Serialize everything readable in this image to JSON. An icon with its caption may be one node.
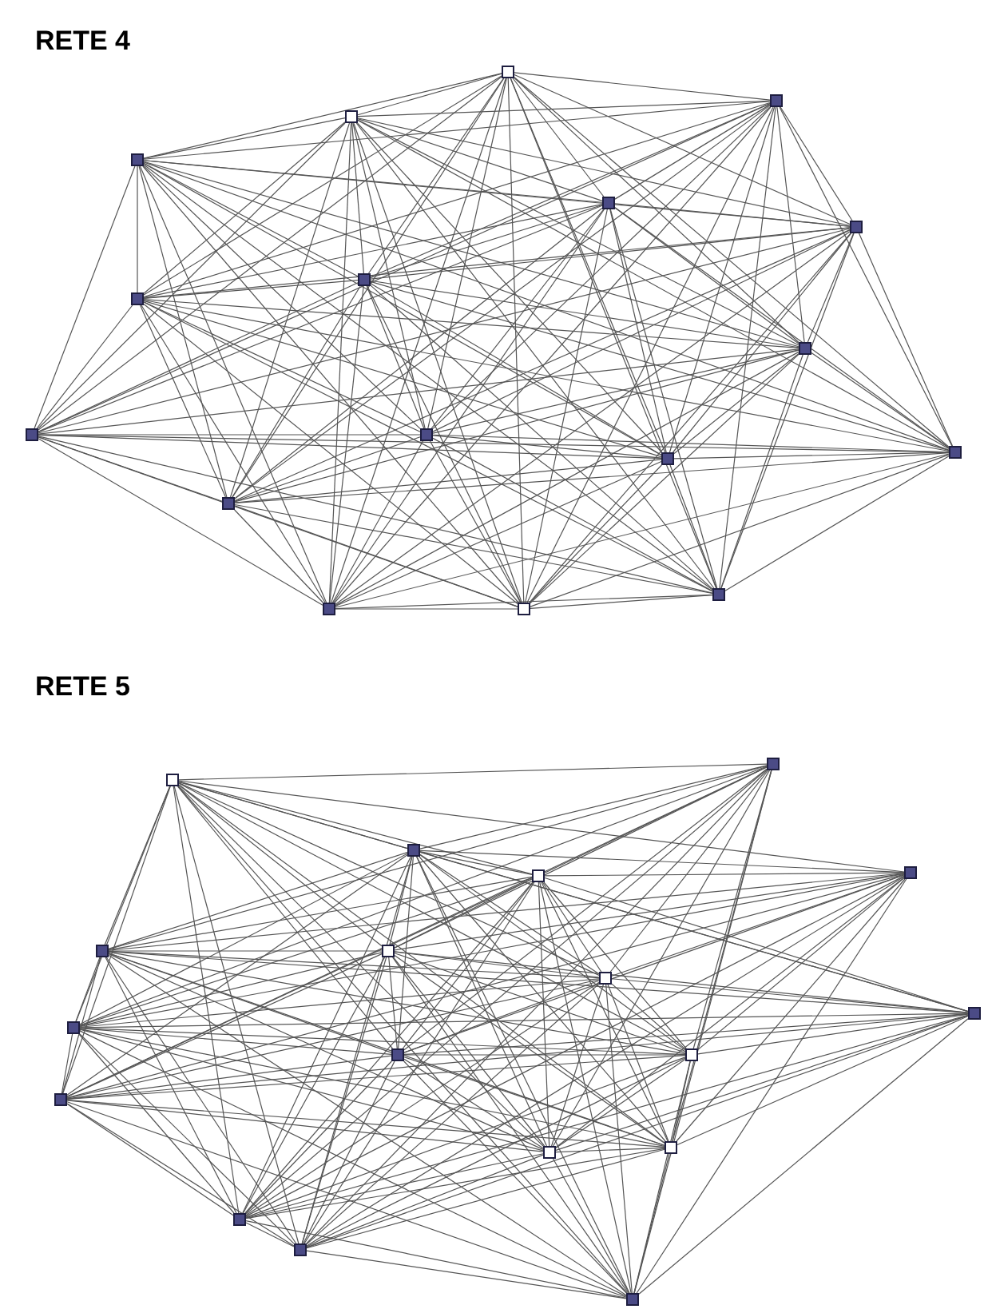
{
  "diagram": {
    "labels": [
      "RETE 4",
      "RETE 5"
    ],
    "nodes": [
      {
        "text": [],
        "shape": "box"
      },
      {
        "text": [],
        "shape": "box"
      },
      {
        "text": [],
        "shape": "box"
      },
      {
        "text": [],
        "shape": "box"
      },
      {
        "text": [],
        "shape": "box"
      },
      {
        "text": [],
        "shape": "box"
      },
      {
        "text": [],
        "shape": "box"
      },
      {
        "text": [],
        "shape": "box"
      },
      {
        "text": [],
        "shape": "box"
      },
      {
        "text": [],
        "shape": "box"
      },
      {
        "text": [],
        "shape": "box"
      },
      {
        "text": [],
        "shape": "box"
      },
      {
        "text": [],
        "shape": "box"
      },
      {
        "text": [],
        "shape": "box"
      },
      {
        "text": [],
        "shape": "box"
      },
      {
        "text": [],
        "shape": "box"
      },
      {
        "text": [],
        "shape": "box"
      },
      {
        "text": [],
        "shape": "box"
      },
      {
        "text": [],
        "shape": "box"
      },
      {
        "text": [],
        "shape": "box"
      },
      {
        "text": [],
        "shape": "box"
      },
      {
        "text": [],
        "shape": "box"
      },
      {
        "text": [],
        "shape": "box"
      },
      {
        "text": [],
        "shape": "box"
      },
      {
        "text": [],
        "shape": "box"
      },
      {
        "text": [],
        "shape": "box"
      },
      {
        "text": [],
        "shape": "box"
      },
      {
        "text": [],
        "shape": "box"
      },
      {
        "text": [],
        "shape": "box"
      },
      {
        "text": [],
        "shape": "box"
      },
      {
        "text": [],
        "shape": "box"
      },
      {
        "text": [],
        "shape": "box"
      },
      {
        "text": [],
        "shape": "box"
      },
      {
        "text": [],
        "shape": "box"
      },
      {
        "text": [],
        "shape": "box"
      }
    ],
    "edges": [
      {
        "from": 0,
        "to": 1,
        "arrow": "none"
      },
      {
        "from": 0,
        "to": 2,
        "arrow": "none"
      },
      {
        "from": 0,
        "to": 3,
        "arrow": "none"
      },
      {
        "from": 0,
        "to": 4,
        "arrow": "none"
      },
      {
        "from": 0,
        "to": 5,
        "arrow": "none"
      },
      {
        "from": 0,
        "to": 6,
        "arrow": "none"
      },
      {
        "from": 0,
        "to": 7,
        "arrow": "none"
      },
      {
        "from": 0,
        "to": 8,
        "arrow": "none"
      },
      {
        "from": 0,
        "to": 9,
        "arrow": "none"
      },
      {
        "from": 0,
        "to": 10,
        "arrow": "none"
      },
      {
        "from": 0,
        "to": 11,
        "arrow": "none"
      },
      {
        "from": 0,
        "to": 12,
        "arrow": "none"
      },
      {
        "from": 0,
        "to": 13,
        "arrow": "none"
      },
      {
        "from": 0,
        "to": 14,
        "arrow": "none"
      },
      {
        "from": 0,
        "to": 15,
        "arrow": "none"
      },
      {
        "from": 0,
        "to": 16,
        "arrow": "none"
      },
      {
        "from": 1,
        "to": 2,
        "arrow": "none"
      },
      {
        "from": 1,
        "to": 3,
        "arrow": "none"
      },
      {
        "from": 1,
        "to": 4,
        "arrow": "none"
      },
      {
        "from": 1,
        "to": 5,
        "arrow": "none"
      },
      {
        "from": 1,
        "to": 6,
        "arrow": "none"
      },
      {
        "from": 1,
        "to": 7,
        "arrow": "none"
      },
      {
        "from": 1,
        "to": 8,
        "arrow": "none"
      },
      {
        "from": 1,
        "to": 9,
        "arrow": "none"
      },
      {
        "from": 1,
        "to": 10,
        "arrow": "none"
      },
      {
        "from": 1,
        "to": 11,
        "arrow": "none"
      },
      {
        "from": 1,
        "to": 12,
        "arrow": "none"
      },
      {
        "from": 1,
        "to": 13,
        "arrow": "none"
      },
      {
        "from": 1,
        "to": 14,
        "arrow": "none"
      },
      {
        "from": 1,
        "to": 15,
        "arrow": "none"
      },
      {
        "from": 1,
        "to": 16,
        "arrow": "none"
      },
      {
        "from": 2,
        "to": 3,
        "arrow": "none"
      },
      {
        "from": 2,
        "to": 4,
        "arrow": "none"
      },
      {
        "from": 2,
        "to": 5,
        "arrow": "none"
      },
      {
        "from": 2,
        "to": 6,
        "arrow": "none"
      },
      {
        "from": 2,
        "to": 7,
        "arrow": "none"
      },
      {
        "from": 2,
        "to": 8,
        "arrow": "none"
      },
      {
        "from": 2,
        "to": 9,
        "arrow": "none"
      },
      {
        "from": 2,
        "to": 10,
        "arrow": "none"
      },
      {
        "from": 2,
        "to": 11,
        "arrow": "none"
      },
      {
        "from": 2,
        "to": 12,
        "arrow": "none"
      },
      {
        "from": 2,
        "to": 13,
        "arrow": "none"
      },
      {
        "from": 2,
        "to": 14,
        "arrow": "none"
      },
      {
        "from": 2,
        "to": 15,
        "arrow": "none"
      },
      {
        "from": 2,
        "to": 16,
        "arrow": "none"
      },
      {
        "from": 3,
        "to": 4,
        "arrow": "none"
      },
      {
        "from": 3,
        "to": 5,
        "arrow": "none"
      },
      {
        "from": 3,
        "to": 6,
        "arrow": "none"
      },
      {
        "from": 3,
        "to": 7,
        "arrow": "none"
      },
      {
        "from": 3,
        "to": 8,
        "arrow": "none"
      },
      {
        "from": 3,
        "to": 9,
        "arrow": "none"
      },
      {
        "from": 3,
        "to": 10,
        "arrow": "none"
      },
      {
        "from": 3,
        "to": 11,
        "arrow": "none"
      },
      {
        "from": 3,
        "to": 12,
        "arrow": "none"
      },
      {
        "from": 3,
        "to": 13,
        "arrow": "none"
      },
      {
        "from": 3,
        "to": 14,
        "arrow": "none"
      },
      {
        "from": 3,
        "to": 15,
        "arrow": "none"
      },
      {
        "from": 3,
        "to": 16,
        "arrow": "none"
      },
      {
        "from": 4,
        "to": 5,
        "arrow": "none"
      },
      {
        "from": 4,
        "to": 6,
        "arrow": "none"
      },
      {
        "from": 4,
        "to": 7,
        "arrow": "none"
      },
      {
        "from": 4,
        "to": 8,
        "arrow": "none"
      },
      {
        "from": 4,
        "to": 9,
        "arrow": "none"
      },
      {
        "from": 4,
        "to": 10,
        "arrow": "none"
      },
      {
        "from": 4,
        "to": 11,
        "arrow": "none"
      },
      {
        "from": 4,
        "to": 12,
        "arrow": "none"
      },
      {
        "from": 4,
        "to": 13,
        "arrow": "none"
      },
      {
        "from": 4,
        "to": 14,
        "arrow": "none"
      },
      {
        "from": 4,
        "to": 15,
        "arrow": "none"
      },
      {
        "from": 4,
        "to": 16,
        "arrow": "none"
      },
      {
        "from": 5,
        "to": 6,
        "arrow": "none"
      },
      {
        "from": 5,
        "to": 7,
        "arrow": "none"
      },
      {
        "from": 5,
        "to": 8,
        "arrow": "none"
      },
      {
        "from": 5,
        "to": 9,
        "arrow": "none"
      },
      {
        "from": 5,
        "to": 10,
        "arrow": "none"
      },
      {
        "from": 5,
        "to": 11,
        "arrow": "none"
      },
      {
        "from": 5,
        "to": 12,
        "arrow": "none"
      },
      {
        "from": 5,
        "to": 13,
        "arrow": "none"
      },
      {
        "from": 5,
        "to": 14,
        "arrow": "none"
      },
      {
        "from": 5,
        "to": 15,
        "arrow": "none"
      },
      {
        "from": 5,
        "to": 16,
        "arrow": "none"
      },
      {
        "from": 6,
        "to": 7,
        "arrow": "none"
      },
      {
        "from": 6,
        "to": 8,
        "arrow": "none"
      },
      {
        "from": 6,
        "to": 9,
        "arrow": "none"
      },
      {
        "from": 6,
        "to": 10,
        "arrow": "none"
      },
      {
        "from": 6,
        "to": 11,
        "arrow": "none"
      },
      {
        "from": 6,
        "to": 12,
        "arrow": "none"
      },
      {
        "from": 6,
        "to": 13,
        "arrow": "none"
      },
      {
        "from": 6,
        "to": 14,
        "arrow": "none"
      },
      {
        "from": 6,
        "to": 15,
        "arrow": "none"
      },
      {
        "from": 6,
        "to": 16,
        "arrow": "none"
      },
      {
        "from": 7,
        "to": 8,
        "arrow": "none"
      },
      {
        "from": 7,
        "to": 9,
        "arrow": "none"
      },
      {
        "from": 7,
        "to": 10,
        "arrow": "none"
      },
      {
        "from": 7,
        "to": 11,
        "arrow": "none"
      },
      {
        "from": 7,
        "to": 12,
        "arrow": "none"
      },
      {
        "from": 7,
        "to": 13,
        "arrow": "none"
      },
      {
        "from": 7,
        "to": 14,
        "arrow": "none"
      },
      {
        "from": 7,
        "to": 15,
        "arrow": "none"
      },
      {
        "from": 7,
        "to": 16,
        "arrow": "none"
      },
      {
        "from": 8,
        "to": 9,
        "arrow": "none"
      },
      {
        "from": 8,
        "to": 10,
        "arrow": "none"
      },
      {
        "from": 8,
        "to": 11,
        "arrow": "none"
      },
      {
        "from": 8,
        "to": 12,
        "arrow": "none"
      },
      {
        "from": 8,
        "to": 13,
        "arrow": "none"
      },
      {
        "from": 8,
        "to": 14,
        "arrow": "none"
      },
      {
        "from": 8,
        "to": 15,
        "arrow": "none"
      },
      {
        "from": 8,
        "to": 16,
        "arrow": "none"
      },
      {
        "from": 9,
        "to": 10,
        "arrow": "none"
      },
      {
        "from": 9,
        "to": 11,
        "arrow": "none"
      },
      {
        "from": 9,
        "to": 12,
        "arrow": "none"
      },
      {
        "from": 9,
        "to": 13,
        "arrow": "none"
      },
      {
        "from": 9,
        "to": 14,
        "arrow": "none"
      },
      {
        "from": 9,
        "to": 15,
        "arrow": "none"
      },
      {
        "from": 9,
        "to": 16,
        "arrow": "none"
      },
      {
        "from": 10,
        "to": 11,
        "arrow": "none"
      },
      {
        "from": 10,
        "to": 12,
        "arrow": "none"
      },
      {
        "from": 10,
        "to": 13,
        "arrow": "none"
      },
      {
        "from": 10,
        "to": 14,
        "arrow": "none"
      },
      {
        "from": 10,
        "to": 15,
        "arrow": "none"
      },
      {
        "from": 10,
        "to": 16,
        "arrow": "none"
      },
      {
        "from": 11,
        "to": 12,
        "arrow": "none"
      },
      {
        "from": 11,
        "to": 13,
        "arrow": "none"
      },
      {
        "from": 11,
        "to": 14,
        "arrow": "none"
      },
      {
        "from": 11,
        "to": 15,
        "arrow": "none"
      },
      {
        "from": 11,
        "to": 16,
        "arrow": "none"
      },
      {
        "from": 12,
        "to": 13,
        "arrow": "none"
      },
      {
        "from": 12,
        "to": 14,
        "arrow": "none"
      },
      {
        "from": 12,
        "to": 15,
        "arrow": "none"
      },
      {
        "from": 12,
        "to": 16,
        "arrow": "none"
      },
      {
        "from": 13,
        "to": 14,
        "arrow": "none"
      },
      {
        "from": 13,
        "to": 15,
        "arrow": "none"
      },
      {
        "from": 13,
        "to": 16,
        "arrow": "none"
      },
      {
        "from": 14,
        "to": 15,
        "arrow": "none"
      },
      {
        "from": 14,
        "to": 16,
        "arrow": "none"
      },
      {
        "from": 15,
        "to": 16,
        "arrow": "none"
      },
      {
        "from": 17,
        "to": 18,
        "arrow": "none"
      },
      {
        "from": 17,
        "to": 19,
        "arrow": "none"
      },
      {
        "from": 17,
        "to": 20,
        "arrow": "none"
      },
      {
        "from": 17,
        "to": 21,
        "arrow": "none"
      },
      {
        "from": 17,
        "to": 22,
        "arrow": "none"
      },
      {
        "from": 17,
        "to": 23,
        "arrow": "none"
      },
      {
        "from": 17,
        "to": 24,
        "arrow": "none"
      },
      {
        "from": 17,
        "to": 25,
        "arrow": "none"
      },
      {
        "from": 17,
        "to": 26,
        "arrow": "none"
      },
      {
        "from": 17,
        "to": 27,
        "arrow": "none"
      },
      {
        "from": 17,
        "to": 28,
        "arrow": "none"
      },
      {
        "from": 17,
        "to": 29,
        "arrow": "none"
      },
      {
        "from": 17,
        "to": 30,
        "arrow": "none"
      },
      {
        "from": 17,
        "to": 31,
        "arrow": "none"
      },
      {
        "from": 17,
        "to": 32,
        "arrow": "none"
      },
      {
        "from": 17,
        "to": 33,
        "arrow": "none"
      },
      {
        "from": 17,
        "to": 34,
        "arrow": "none"
      },
      {
        "from": 18,
        "to": 19,
        "arrow": "none"
      },
      {
        "from": 18,
        "to": 20,
        "arrow": "none"
      },
      {
        "from": 18,
        "to": 22,
        "arrow": "none"
      },
      {
        "from": 18,
        "to": 23,
        "arrow": "none"
      },
      {
        "from": 18,
        "to": 24,
        "arrow": "none"
      },
      {
        "from": 18,
        "to": 25,
        "arrow": "none"
      },
      {
        "from": 18,
        "to": 27,
        "arrow": "none"
      },
      {
        "from": 18,
        "to": 28,
        "arrow": "none"
      },
      {
        "from": 18,
        "to": 29,
        "arrow": "none"
      },
      {
        "from": 18,
        "to": 30,
        "arrow": "none"
      },
      {
        "from": 18,
        "to": 31,
        "arrow": "none"
      },
      {
        "from": 18,
        "to": 32,
        "arrow": "none"
      },
      {
        "from": 18,
        "to": 33,
        "arrow": "none"
      },
      {
        "from": 18,
        "to": 34,
        "arrow": "none"
      },
      {
        "from": 19,
        "to": 20,
        "arrow": "none"
      },
      {
        "from": 19,
        "to": 21,
        "arrow": "none"
      },
      {
        "from": 19,
        "to": 22,
        "arrow": "none"
      },
      {
        "from": 19,
        "to": 23,
        "arrow": "none"
      },
      {
        "from": 19,
        "to": 24,
        "arrow": "none"
      },
      {
        "from": 19,
        "to": 25,
        "arrow": "none"
      },
      {
        "from": 19,
        "to": 26,
        "arrow": "none"
      },
      {
        "from": 19,
        "to": 27,
        "arrow": "none"
      },
      {
        "from": 19,
        "to": 28,
        "arrow": "none"
      },
      {
        "from": 19,
        "to": 29,
        "arrow": "none"
      },
      {
        "from": 19,
        "to": 30,
        "arrow": "none"
      },
      {
        "from": 19,
        "to": 31,
        "arrow": "none"
      },
      {
        "from": 19,
        "to": 32,
        "arrow": "none"
      },
      {
        "from": 19,
        "to": 33,
        "arrow": "none"
      },
      {
        "from": 19,
        "to": 34,
        "arrow": "none"
      },
      {
        "from": 20,
        "to": 21,
        "arrow": "none"
      },
      {
        "from": 20,
        "to": 22,
        "arrow": "none"
      },
      {
        "from": 20,
        "to": 23,
        "arrow": "none"
      },
      {
        "from": 20,
        "to": 24,
        "arrow": "none"
      },
      {
        "from": 20,
        "to": 25,
        "arrow": "none"
      },
      {
        "from": 20,
        "to": 26,
        "arrow": "none"
      },
      {
        "from": 20,
        "to": 27,
        "arrow": "none"
      },
      {
        "from": 20,
        "to": 28,
        "arrow": "none"
      },
      {
        "from": 20,
        "to": 29,
        "arrow": "none"
      },
      {
        "from": 20,
        "to": 30,
        "arrow": "none"
      },
      {
        "from": 20,
        "to": 31,
        "arrow": "none"
      },
      {
        "from": 20,
        "to": 32,
        "arrow": "none"
      },
      {
        "from": 20,
        "to": 33,
        "arrow": "none"
      },
      {
        "from": 20,
        "to": 34,
        "arrow": "none"
      },
      {
        "from": 21,
        "to": 22,
        "arrow": "none"
      },
      {
        "from": 21,
        "to": 23,
        "arrow": "none"
      },
      {
        "from": 21,
        "to": 24,
        "arrow": "none"
      },
      {
        "from": 21,
        "to": 25,
        "arrow": "none"
      },
      {
        "from": 21,
        "to": 27,
        "arrow": "none"
      },
      {
        "from": 21,
        "to": 28,
        "arrow": "none"
      },
      {
        "from": 21,
        "to": 29,
        "arrow": "none"
      },
      {
        "from": 21,
        "to": 30,
        "arrow": "none"
      },
      {
        "from": 21,
        "to": 31,
        "arrow": "none"
      },
      {
        "from": 21,
        "to": 32,
        "arrow": "none"
      },
      {
        "from": 21,
        "to": 33,
        "arrow": "none"
      },
      {
        "from": 21,
        "to": 34,
        "arrow": "none"
      },
      {
        "from": 22,
        "to": 23,
        "arrow": "none"
      },
      {
        "from": 22,
        "to": 24,
        "arrow": "none"
      },
      {
        "from": 22,
        "to": 25,
        "arrow": "none"
      },
      {
        "from": 22,
        "to": 26,
        "arrow": "none"
      },
      {
        "from": 22,
        "to": 27,
        "arrow": "none"
      },
      {
        "from": 22,
        "to": 28,
        "arrow": "none"
      },
      {
        "from": 22,
        "to": 29,
        "arrow": "none"
      },
      {
        "from": 22,
        "to": 30,
        "arrow": "none"
      },
      {
        "from": 22,
        "to": 31,
        "arrow": "none"
      },
      {
        "from": 22,
        "to": 32,
        "arrow": "none"
      },
      {
        "from": 22,
        "to": 33,
        "arrow": "none"
      },
      {
        "from": 22,
        "to": 34,
        "arrow": "none"
      },
      {
        "from": 23,
        "to": 24,
        "arrow": "none"
      },
      {
        "from": 23,
        "to": 25,
        "arrow": "none"
      },
      {
        "from": 23,
        "to": 26,
        "arrow": "none"
      },
      {
        "from": 23,
        "to": 27,
        "arrow": "none"
      },
      {
        "from": 23,
        "to": 28,
        "arrow": "none"
      },
      {
        "from": 23,
        "to": 29,
        "arrow": "none"
      },
      {
        "from": 23,
        "to": 30,
        "arrow": "none"
      },
      {
        "from": 23,
        "to": 31,
        "arrow": "none"
      },
      {
        "from": 23,
        "to": 32,
        "arrow": "none"
      },
      {
        "from": 23,
        "to": 33,
        "arrow": "none"
      },
      {
        "from": 23,
        "to": 34,
        "arrow": "none"
      },
      {
        "from": 24,
        "to": 25,
        "arrow": "none"
      },
      {
        "from": 24,
        "to": 26,
        "arrow": "none"
      },
      {
        "from": 24,
        "to": 27,
        "arrow": "none"
      },
      {
        "from": 24,
        "to": 28,
        "arrow": "none"
      },
      {
        "from": 24,
        "to": 29,
        "arrow": "none"
      },
      {
        "from": 24,
        "to": 30,
        "arrow": "none"
      },
      {
        "from": 24,
        "to": 31,
        "arrow": "none"
      },
      {
        "from": 24,
        "to": 32,
        "arrow": "none"
      },
      {
        "from": 24,
        "to": 33,
        "arrow": "none"
      },
      {
        "from": 24,
        "to": 34,
        "arrow": "none"
      },
      {
        "from": 25,
        "to": 26,
        "arrow": "none"
      },
      {
        "from": 25,
        "to": 27,
        "arrow": "none"
      },
      {
        "from": 25,
        "to": 28,
        "arrow": "none"
      },
      {
        "from": 25,
        "to": 29,
        "arrow": "none"
      },
      {
        "from": 25,
        "to": 30,
        "arrow": "none"
      },
      {
        "from": 25,
        "to": 31,
        "arrow": "none"
      },
      {
        "from": 25,
        "to": 32,
        "arrow": "none"
      },
      {
        "from": 25,
        "to": 33,
        "arrow": "none"
      },
      {
        "from": 25,
        "to": 34,
        "arrow": "none"
      },
      {
        "from": 26,
        "to": 27,
        "arrow": "none"
      },
      {
        "from": 26,
        "to": 28,
        "arrow": "none"
      },
      {
        "from": 26,
        "to": 29,
        "arrow": "none"
      },
      {
        "from": 26,
        "to": 30,
        "arrow": "none"
      },
      {
        "from": 26,
        "to": 31,
        "arrow": "none"
      },
      {
        "from": 26,
        "to": 32,
        "arrow": "none"
      },
      {
        "from": 26,
        "to": 33,
        "arrow": "none"
      },
      {
        "from": 26,
        "to": 34,
        "arrow": "none"
      },
      {
        "from": 27,
        "to": 28,
        "arrow": "none"
      },
      {
        "from": 27,
        "to": 29,
        "arrow": "none"
      },
      {
        "from": 27,
        "to": 30,
        "arrow": "none"
      },
      {
        "from": 27,
        "to": 31,
        "arrow": "none"
      },
      {
        "from": 27,
        "to": 32,
        "arrow": "none"
      },
      {
        "from": 27,
        "to": 33,
        "arrow": "none"
      },
      {
        "from": 27,
        "to": 34,
        "arrow": "none"
      },
      {
        "from": 28,
        "to": 29,
        "arrow": "none"
      },
      {
        "from": 28,
        "to": 30,
        "arrow": "none"
      },
      {
        "from": 28,
        "to": 31,
        "arrow": "none"
      },
      {
        "from": 28,
        "to": 32,
        "arrow": "none"
      },
      {
        "from": 28,
        "to": 33,
        "arrow": "none"
      },
      {
        "from": 28,
        "to": 34,
        "arrow": "none"
      },
      {
        "from": 29,
        "to": 30,
        "arrow": "none"
      },
      {
        "from": 29,
        "to": 31,
        "arrow": "none"
      },
      {
        "from": 29,
        "to": 32,
        "arrow": "none"
      },
      {
        "from": 29,
        "to": 33,
        "arrow": "none"
      },
      {
        "from": 29,
        "to": 34,
        "arrow": "none"
      },
      {
        "from": 30,
        "to": 31,
        "arrow": "none"
      },
      {
        "from": 30,
        "to": 32,
        "arrow": "none"
      },
      {
        "from": 30,
        "to": 33,
        "arrow": "none"
      },
      {
        "from": 30,
        "to": 34,
        "arrow": "none"
      },
      {
        "from": 31,
        "to": 32,
        "arrow": "none"
      },
      {
        "from": 31,
        "to": 33,
        "arrow": "none"
      },
      {
        "from": 31,
        "to": 34,
        "arrow": "none"
      },
      {
        "from": 32,
        "to": 33,
        "arrow": "none"
      },
      {
        "from": 32,
        "to": 34,
        "arrow": "none"
      },
      {
        "from": 33,
        "to": 34,
        "arrow": "none"
      }
    ]
  }
}
